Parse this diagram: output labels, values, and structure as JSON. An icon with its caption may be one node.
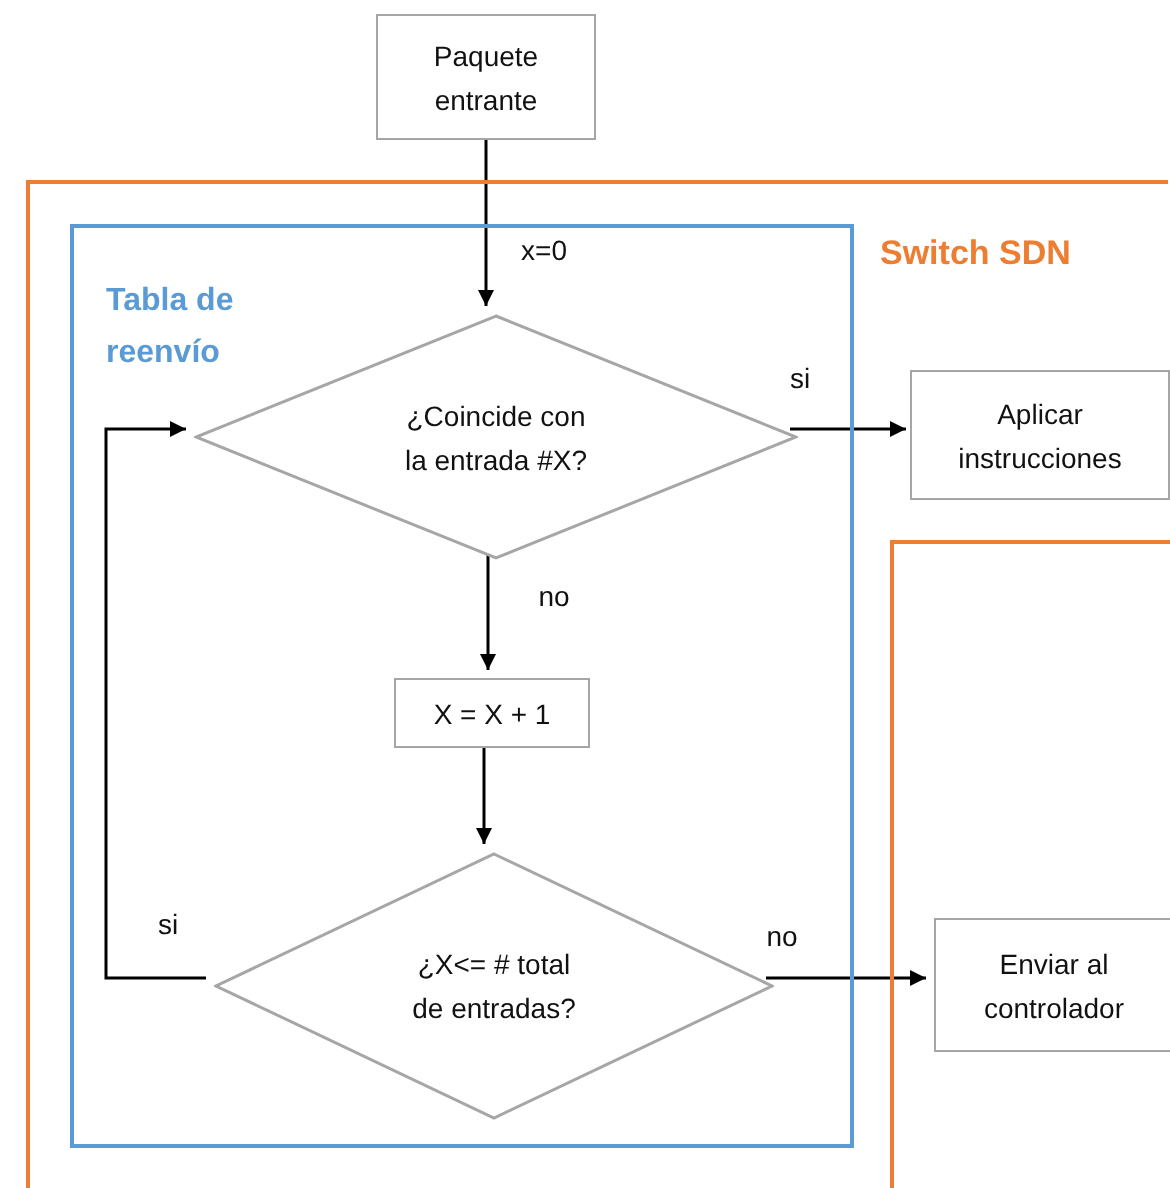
{
  "diagram": {
    "nodes": [
      {
        "text": [
          "Paquete entrante"
        ]
      },
      {
        "text": [
          "Switch SDN"
        ]
      },
      {
        "text": [
          "Tabla de reenvío"
        ],
        "in": 1
      },
      {
        "text": [
          "¿Coincide con la entrada #X?"
        ],
        "in": 2
      },
      {
        "text": [
          "X = X + 1"
        ],
        "in": 2
      },
      {
        "text": [
          "¿X<= # total de entradas?"
        ],
        "in": 2
      },
      {
        "text": [
          "Aplicar instrucciones"
        ],
        "in": 1
      },
      {
        "text": [],
        "shape": "box",
        "in": 1
      },
      {
        "text": [
          "Enviar al controlador"
        ],
        "in": 7
      }
    ],
    "edges": [
      {
        "from": 0,
        "to": 3,
        "arrow": "to",
        "label": "x=0"
      },
      {
        "from": 3,
        "to": 6,
        "arrow": "to",
        "label": "si"
      },
      {
        "from": 3,
        "to": 4,
        "arrow": "to",
        "label": "no"
      },
      {
        "from": 4,
        "to": 5,
        "arrow": "to"
      },
      {
        "from": 5,
        "to": 3,
        "arrow": "to",
        "label": "si"
      },
      {
        "from": 5,
        "to": 8,
        "arrow": "to",
        "label": "no"
      }
    ]
  }
}
